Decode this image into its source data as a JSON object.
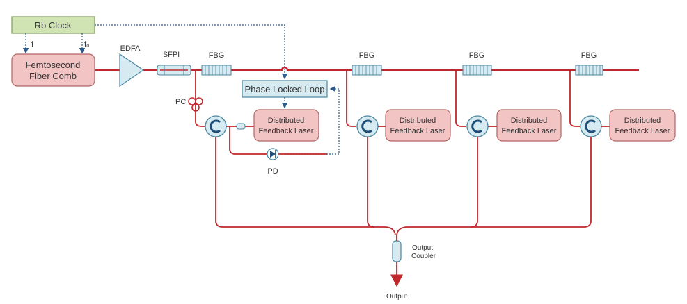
{
  "labels": {
    "rb_clock": "Rb Clock",
    "f": "f",
    "f0": "f₀",
    "comb_line1": "Femtosecond",
    "comb_line2": "Fiber Comb",
    "edfa": "EDFA",
    "sfpi": "SFPI",
    "fbg": "FBG",
    "pll": "Phase Locked Loop",
    "pc": "PC",
    "pd": "PD",
    "dfb_line1": "Distributed",
    "dfb_line2": "Feedback Laser",
    "coupler_line1": "Output",
    "coupler_line2": "Coupler",
    "output": "Output"
  },
  "colors": {
    "fiber": "#c0282c",
    "signal": "#2a5b8a",
    "laser_box": "#f3c4c4",
    "clock_box": "#cfe3b3",
    "component": "#d6ebf1"
  },
  "icons": [
    "circulator-icon",
    "photodiode-icon",
    "polarization-controller-icon",
    "amplifier-triangle-icon",
    "fbg-grating-icon"
  ]
}
